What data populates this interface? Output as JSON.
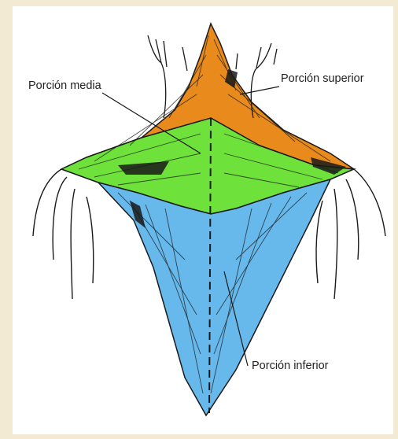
{
  "figure": {
    "colors": {
      "background": "#f3ead3",
      "panel": "#ffffff",
      "superior": "#e98a1c",
      "media": "#6ee23a",
      "inferior": "#67b9ec",
      "outline": "#1a1a1a"
    },
    "labels": {
      "porcion_media": "Porción media",
      "porcion_superior": "Porción superior",
      "porcion_inferior": "Porción inferior"
    }
  }
}
